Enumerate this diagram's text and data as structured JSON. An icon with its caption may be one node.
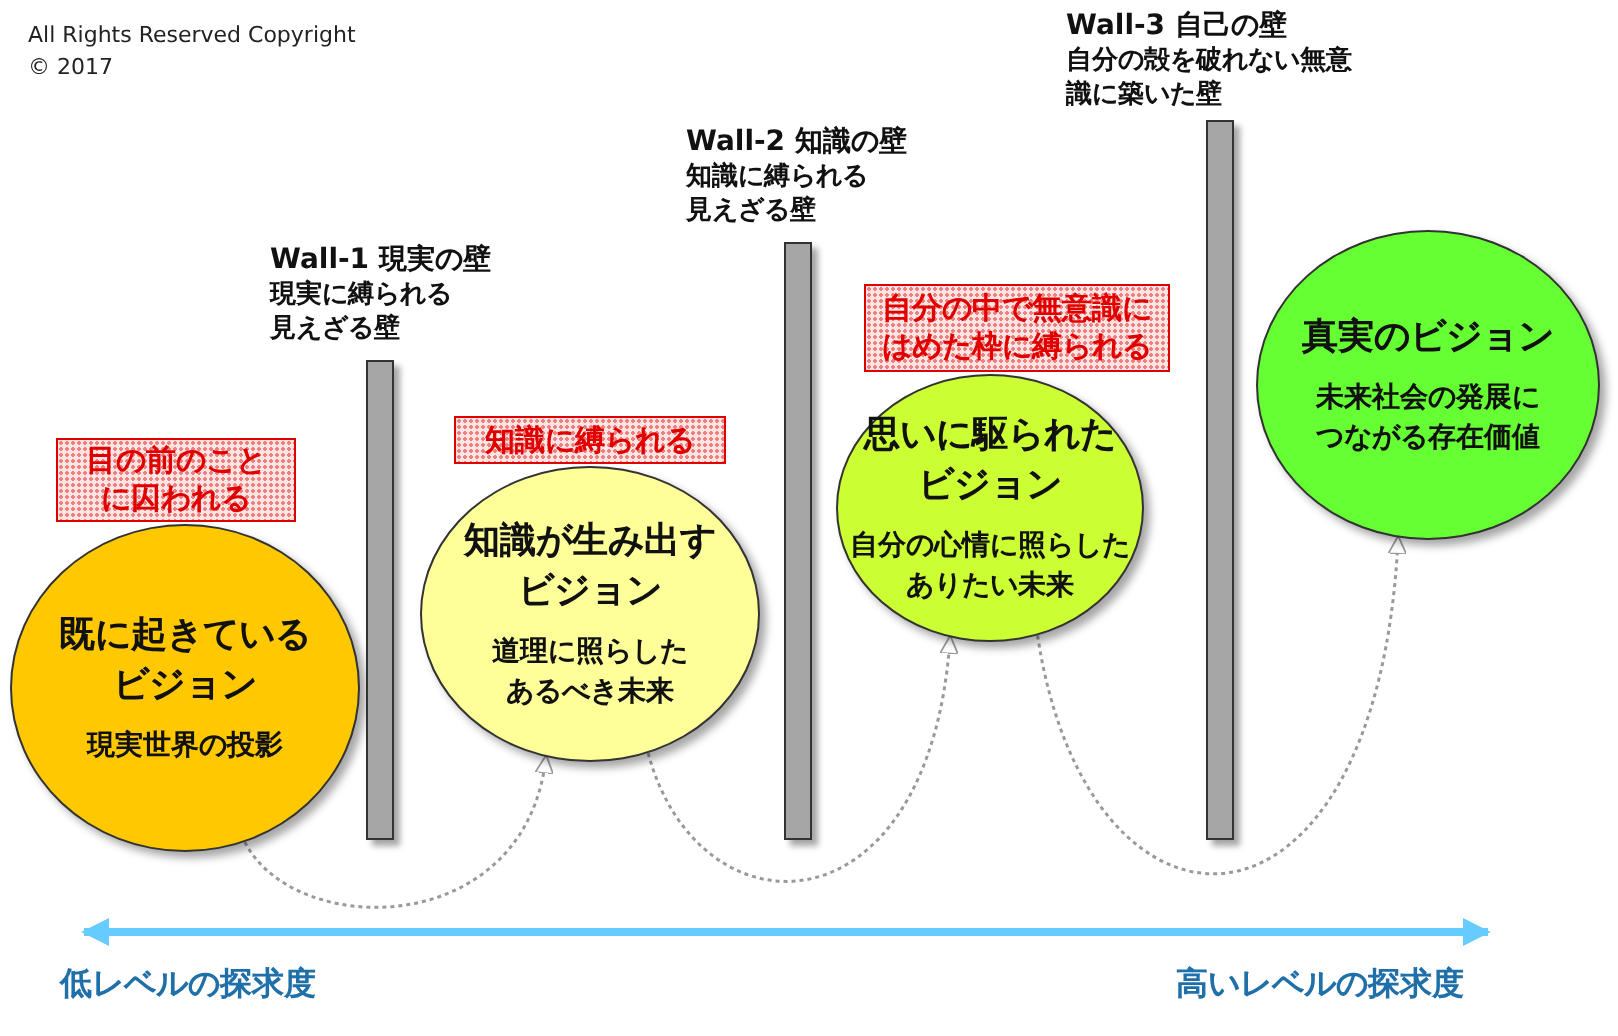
{
  "diagram": {
    "nodes": [
      {
        "text": [
          "既に起きているビジョン",
          "現実世界の投影"
        ]
      },
      {
        "text": [
          "目の前のことに囚われる"
        ]
      },
      {
        "text": [
          "Wall-1 現実の壁",
          "現実に縛られる見えざる壁"
        ]
      },
      {
        "text": [
          "知識が生み出すビジョン",
          "道理に照らしたあるべき未来"
        ]
      },
      {
        "text": [
          "知識に縛られる"
        ]
      },
      {
        "text": [
          "Wall-2 知識の壁",
          "知識に縛られる見えざる壁"
        ]
      },
      {
        "text": [
          "思いに駆られたビジョン",
          "自分の心情に照らしたありたい未来"
        ]
      },
      {
        "text": [
          "自分の中で無意識にはめた枠に縛られる"
        ]
      },
      {
        "text": [
          "Wall-3 自己の壁",
          "自分の殻を破れない無意識に築いた壁"
        ]
      },
      {
        "text": [
          "真実のビジョン",
          "未来社会の発展につながる存在価値"
        ]
      }
    ],
    "edges": [
      {
        "from": 0,
        "to": 3,
        "arrow": "to",
        "style": "dashed"
      },
      {
        "from": 3,
        "to": 6,
        "arrow": "to",
        "style": "dashed"
      },
      {
        "from": 6,
        "to": 9,
        "arrow": "to",
        "style": "dashed"
      }
    ],
    "labels": [
      "All Rights Reserved Copyright",
      "© 2017",
      "低レベルの探求度",
      "高いレベルの探求度"
    ]
  }
}
